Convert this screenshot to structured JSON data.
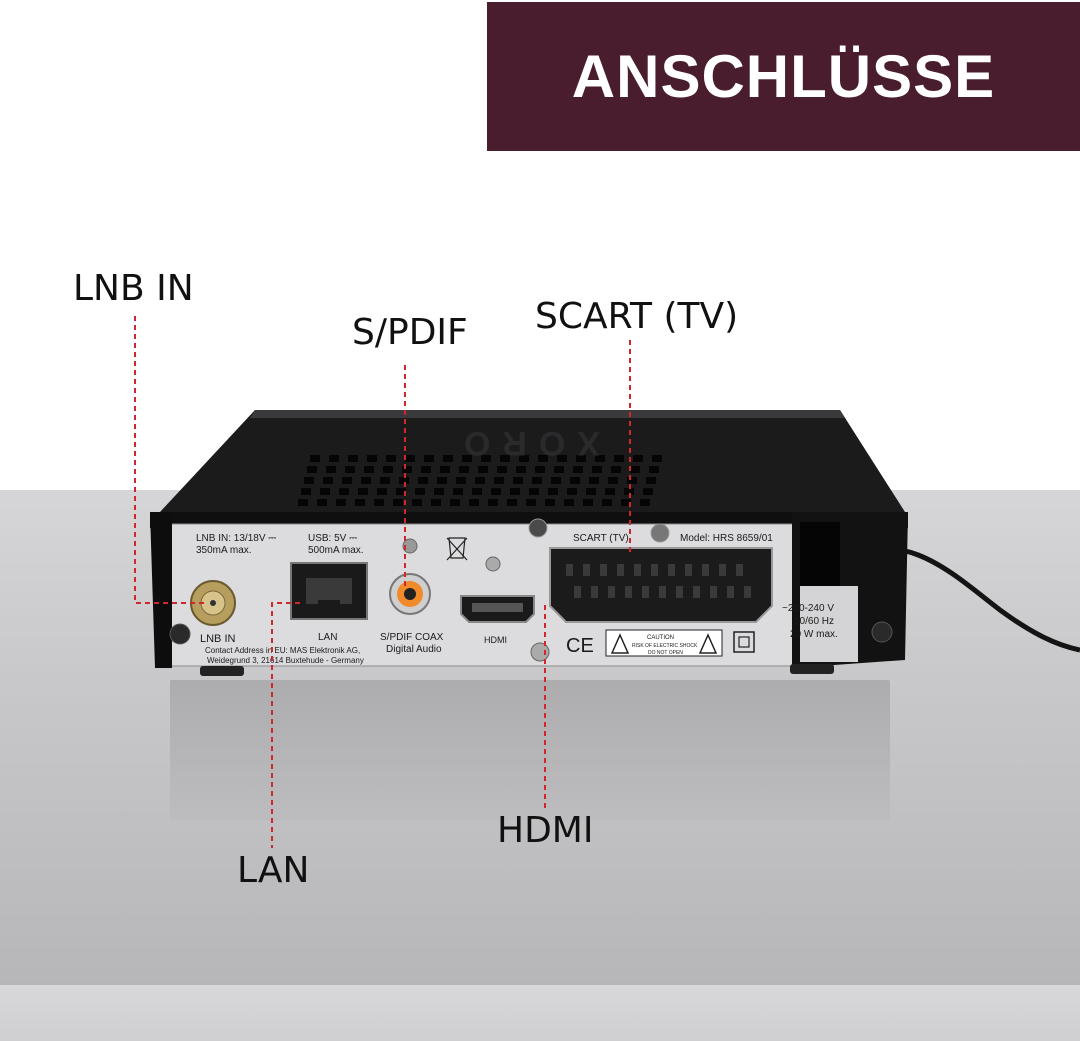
{
  "banner": {
    "title": "ANSCHLÜSSE",
    "color": "#4a1d2e"
  },
  "callouts": {
    "lnb_in": "LNB IN",
    "spdif": "S/PDIF",
    "scart": "SCART (TV)",
    "hdmi": "HDMI",
    "lan": "LAN"
  },
  "leader_color": "#d0272d",
  "device": {
    "brand": "XORO",
    "lnb_spec_1": "LNB IN: 13/18V ⎓",
    "lnb_spec_2": "350mA max.",
    "usb_spec_1": "USB: 5V ⎓",
    "usb_spec_2": "500mA max.",
    "scart_label": "SCART (TV)",
    "model": "Model: HRS 8659/01",
    "port_lnb": "LNB IN",
    "port_lan": "LAN",
    "port_spdif_1": "S/PDIF COAX",
    "port_spdif_2": "Digital Audio",
    "port_hdmi": "HDMI",
    "contact_1": "Contact Address in EU: MAS Elektronik AG,",
    "contact_2": "Weidegrund 3, 21614 Buxtehude - Germany",
    "power_1": "~220-240 V",
    "power_2": "50/60 Hz",
    "power_3": "20 W max.",
    "ce_mark": "CE",
    "caution_1": "CAUTION",
    "caution_2": "RISK OF ELECTRIC SHOCK",
    "caution_3": "DO NOT OPEN"
  }
}
